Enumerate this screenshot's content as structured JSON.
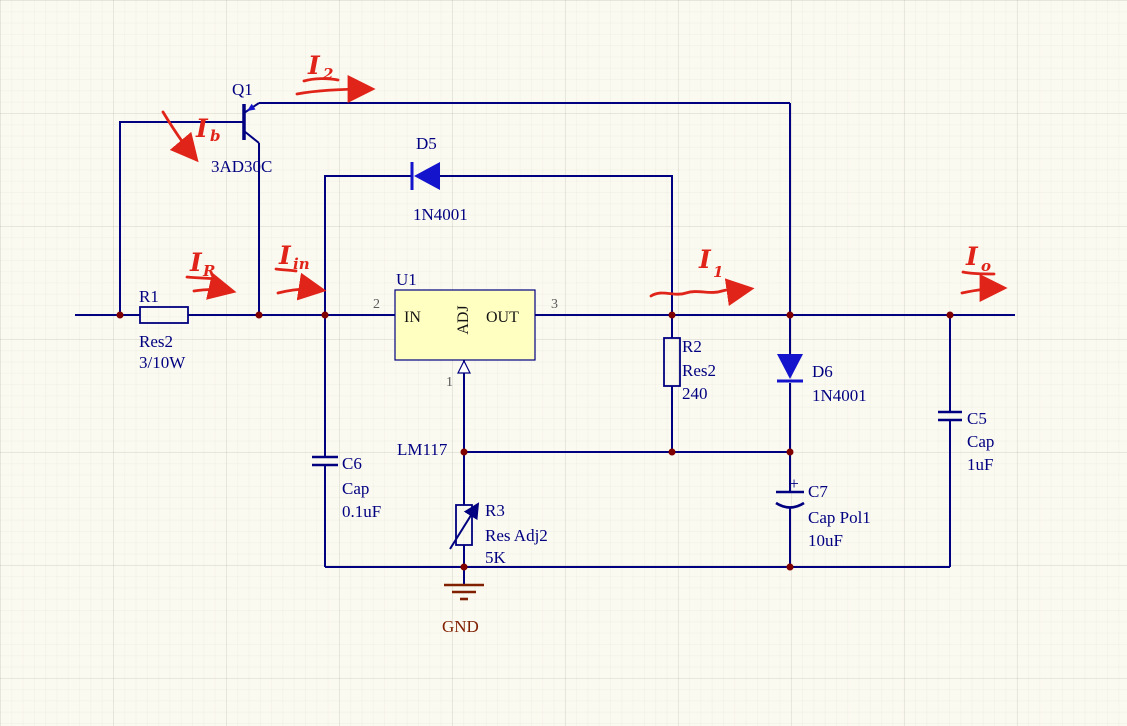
{
  "colors": {
    "wire": "#000080",
    "diode": "#1414CC",
    "junction": "#800000",
    "component_body_fill": "#FFFFC2",
    "power_port": "#802000",
    "annotation_red": "#E02419",
    "background": "#FBFAF1"
  },
  "components": {
    "q1": {
      "designator": "Q1",
      "part": "3AD30C"
    },
    "r1": {
      "designator": "R1",
      "type": "Res2",
      "value": "3/10W"
    },
    "d5": {
      "designator": "D5",
      "part": "1N4001"
    },
    "u1": {
      "designator": "U1",
      "part": "LM117",
      "pin_in": {
        "num": "2",
        "name": "IN"
      },
      "pin_out": {
        "num": "3",
        "name": "OUT"
      },
      "pin_adj": {
        "num": "1",
        "name": "ADJ"
      }
    },
    "r2": {
      "designator": "R2",
      "type": "Res2",
      "value": "240"
    },
    "d6": {
      "designator": "D6",
      "part": "1N4001"
    },
    "c6": {
      "designator": "C6",
      "type": "Cap",
      "value": "0.1uF"
    },
    "c7": {
      "designator": "C7",
      "type": "Cap Pol1",
      "value": "10uF",
      "polarity": "+"
    },
    "c5": {
      "designator": "C5",
      "type": "Cap",
      "value": "1uF"
    },
    "r3": {
      "designator": "R3",
      "type": "Res Adj2",
      "value": "5K"
    },
    "gnd": {
      "label": "GND"
    }
  },
  "current_annotations": {
    "i2": {
      "base": "I",
      "sub": "2"
    },
    "ib": {
      "base": "I",
      "sub": "b"
    },
    "ir": {
      "base": "I",
      "sub": "R"
    },
    "iin": {
      "base": "I",
      "sub": "in"
    },
    "i1": {
      "base": "I",
      "sub": "1"
    },
    "io": {
      "base": "I",
      "sub": "o"
    }
  }
}
